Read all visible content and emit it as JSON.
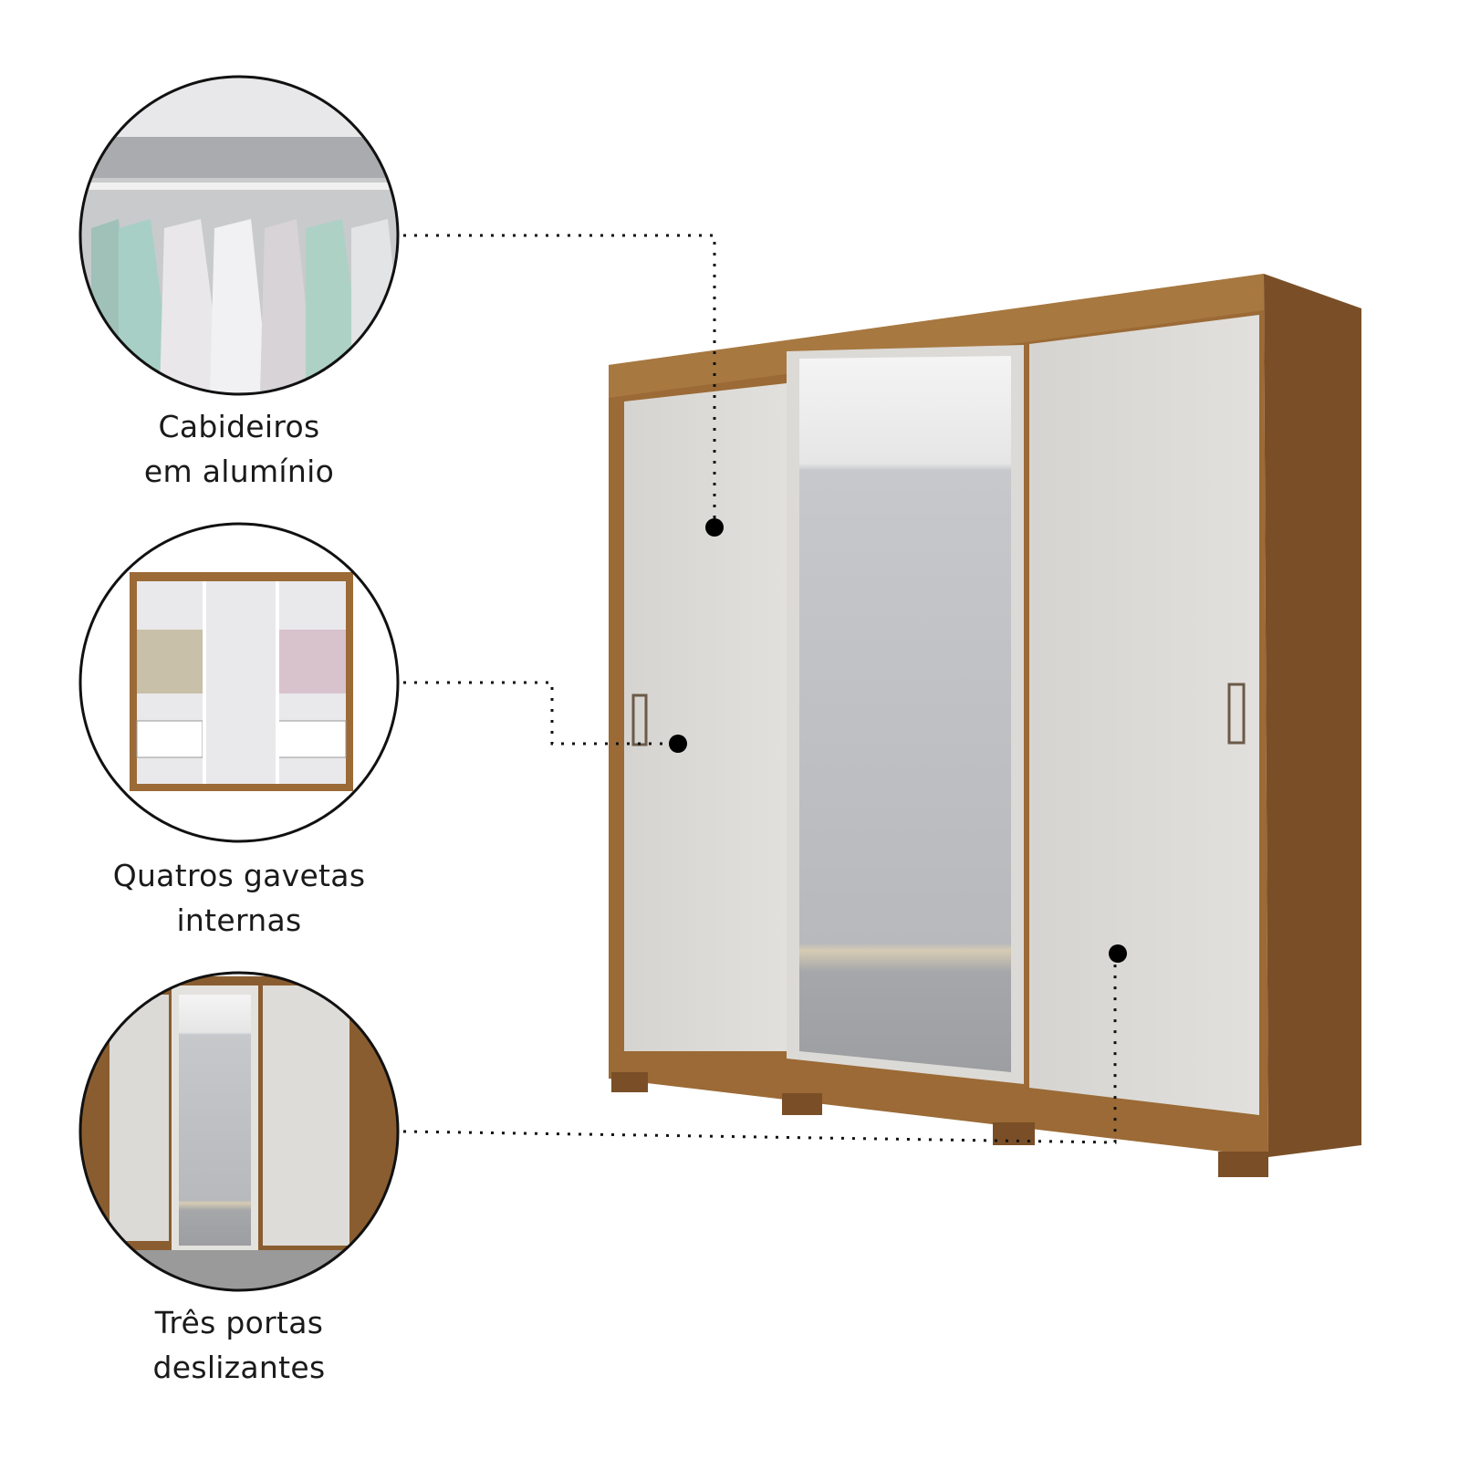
{
  "features": [
    {
      "line1": "Cabideiros",
      "line2": "em alumínio"
    },
    {
      "line1": "Quatros gavetas",
      "line2": "internas"
    },
    {
      "line1": "Três portas",
      "line2": "deslizantes"
    }
  ],
  "colors": {
    "wood": "#9b6a36",
    "wood_dark": "#7a4f27",
    "door": "#dedcd8",
    "mirror": "#b9bcc0",
    "text": "#1a1a1a"
  }
}
